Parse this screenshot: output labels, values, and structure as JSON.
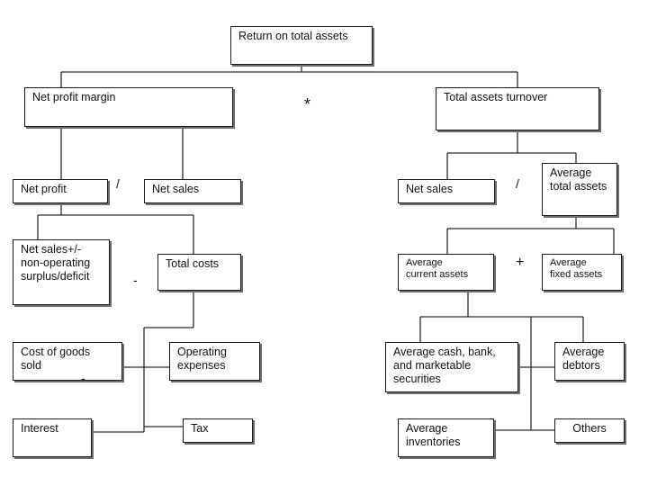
{
  "nodes": {
    "return_on_total_assets": "Return on total assets",
    "net_profit_margin": "Net profit margin",
    "total_assets_turnover": "Total assets turnover",
    "net_profit": "Net profit",
    "net_sales_left": "Net sales",
    "net_sales_right": "Net sales",
    "average_total_assets": "Average\ntotal assets",
    "net_sales_surplus": "Net sales+/-\nnon-operating\nsurplus/deficit",
    "total_costs": "Total costs",
    "average_current_assets": "Average\ncurrent assets",
    "average_fixed_assets": "Average\nfixed assets",
    "cost_of_goods_sold": "Cost of goods\nsold",
    "operating_expenses": "Operating\nexpenses",
    "average_cash_bank": "Average cash, bank,\nand marketable\nsecurities",
    "average_debtors": "Average\ndebtors",
    "interest": "Interest",
    "tax": "Tax",
    "average_inventories": "Average\ninventories",
    "others": "Others"
  },
  "operators": {
    "multiply": "*",
    "divide_left": "/",
    "divide_right": "/",
    "minus_1": "-",
    "minus_2": "-",
    "plus": "+"
  }
}
